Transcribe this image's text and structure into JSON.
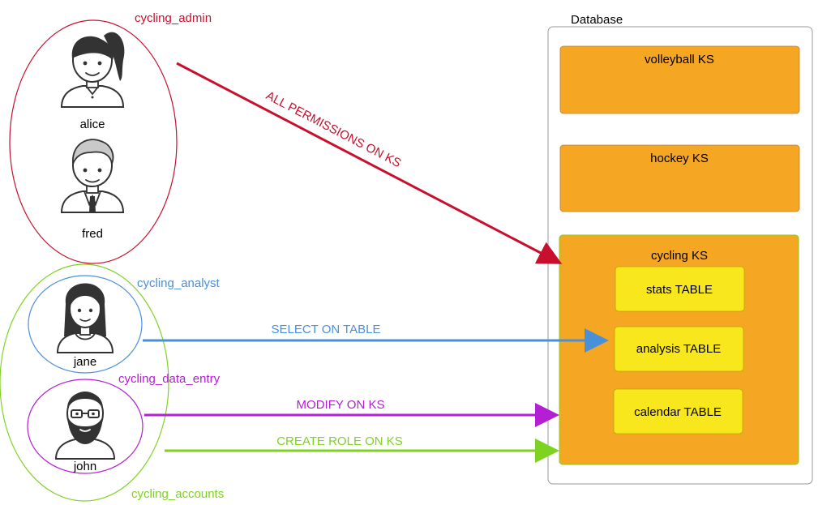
{
  "roles": {
    "admin": "cycling_admin",
    "analyst": "cycling_analyst",
    "data_entry": "cycling_data_entry",
    "accounts": "cycling_accounts"
  },
  "users": {
    "alice": "alice",
    "fred": "fred",
    "jane": "jane",
    "john": "john"
  },
  "database": {
    "title": "Database",
    "keyspaces": {
      "volleyball": "volleyball KS",
      "hockey": "hockey KS",
      "cycling": "cycling KS"
    },
    "tables": {
      "stats": "stats TABLE",
      "analysis": "analysis TABLE",
      "calendar": "calendar TABLE"
    }
  },
  "permissions": {
    "all_on_ks": "ALL PERMISSIONS ON KS",
    "select_on_table": "SELECT ON TABLE",
    "modify_on_ks": "MODIFY ON KS",
    "create_role_on_ks": "CREATE ROLE ON KS"
  },
  "colors": {
    "admin": "#c8102e",
    "analyst": "#4a90d9",
    "data_entry": "#b41ed4",
    "accounts": "#7ed321",
    "keyspace_fill": "#f5a623",
    "table_fill": "#f8e71c",
    "border_gray": "#999999"
  }
}
